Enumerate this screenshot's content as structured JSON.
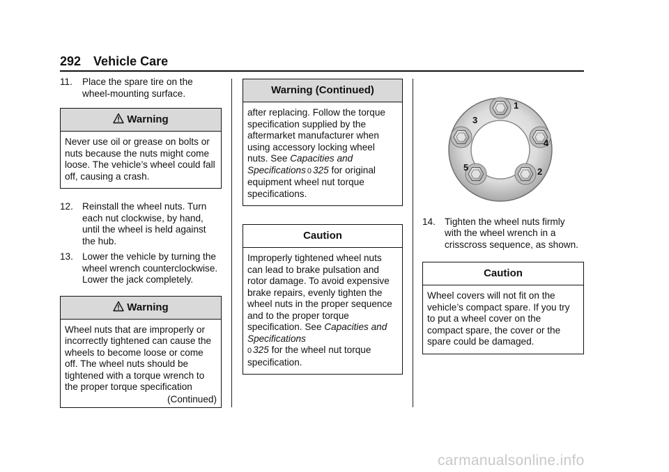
{
  "header": {
    "page_number": "292",
    "section": "Vehicle Care"
  },
  "col1": {
    "step11": {
      "num": "11.",
      "text": "Place the spare tire on the wheel-mounting surface."
    },
    "warning1": {
      "title": "Warning",
      "text": "Never use oil or grease on bolts or nuts because the nuts might come loose. The vehicle’s wheel could fall off, causing a crash."
    },
    "step12": {
      "num": "12.",
      "text": "Reinstall the wheel nuts. Turn each nut clockwise, by hand, until the wheel is held against the hub."
    },
    "step13": {
      "num": "13.",
      "text": "Lower the vehicle by turning the wheel wrench counterclockwise. Lower the jack completely."
    },
    "warning2": {
      "title": "Warning",
      "text": "Wheel nuts that are improperly or incorrectly tightened can cause the wheels to become loose or come off. The wheel nuts should be tightened with a torque wrench to the proper torque specification",
      "continued": "(Continued)"
    }
  },
  "col2": {
    "warning_cont": {
      "title": "Warning  (Continued)",
      "text_before": "after replacing. Follow the torque specification supplied by the aftermarket manufacturer when using accessory locking wheel nuts. See ",
      "ref": "Capacities and Specifications",
      "arrow": "0",
      "page": "325",
      "text_after": " for original equipment wheel nut torque specifications."
    },
    "caution1": {
      "title": "Caution",
      "text_before": "Improperly tightened wheel nuts can lead to brake pulsation and rotor damage. To avoid expensive brake repairs, evenly tighten the wheel nuts in the proper sequence and to the proper torque specification. See ",
      "ref": "Capacities and Specifications",
      "arrow": "0",
      "page": "325",
      "text_after": " for the wheel nut torque specification."
    }
  },
  "col3": {
    "diagram": {
      "labels": [
        "1",
        "2",
        "3",
        "4",
        "5"
      ]
    },
    "step14": {
      "num": "14.",
      "text": "Tighten the wheel nuts firmly with the wheel wrench in a crisscross sequence, as shown."
    },
    "caution2": {
      "title": "Caution",
      "text": "Wheel covers will not fit on the vehicle’s compact spare. If you try to put a wheel cover on the compact spare, the cover or the spare could be damaged."
    }
  },
  "watermark": "carmanualsonline.info"
}
